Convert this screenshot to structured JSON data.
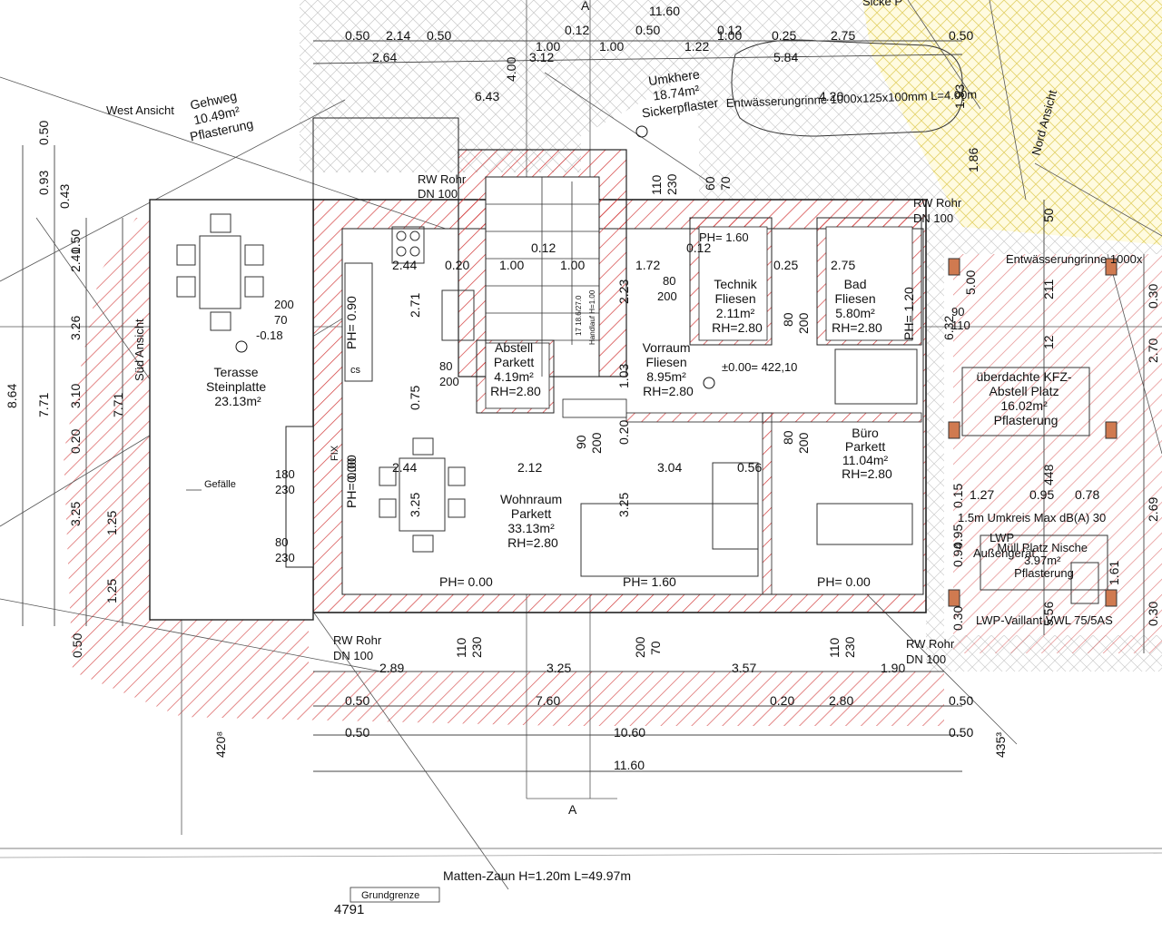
{
  "rooms": {
    "gehweg": [
      "Gehweg",
      "10.49m²",
      "Pflasterung"
    ],
    "terasse": [
      "Terasse",
      "Steinplatte",
      "23.13m²"
    ],
    "wohnraum": [
      "Wohnraum",
      "Parkett",
      "33.13m²",
      "RH=2.80"
    ],
    "abstell": [
      "Abstell",
      "Parkett",
      "4.19m²",
      "RH=2.80"
    ],
    "vorraum": [
      "Vorraum",
      "Fliesen",
      "8.95m²",
      "RH=2.80"
    ],
    "technik": [
      "Technik",
      "Fliesen",
      "2.11m²",
      "RH=2.80"
    ],
    "bad": [
      "Bad",
      "Fliesen",
      "5.80m²",
      "RH=2.80"
    ],
    "buero": [
      "Büro",
      "Parkett",
      "11.04m²",
      "RH=2.80"
    ],
    "kfz": [
      "überdachte KFZ-",
      "Abstell Platz",
      "16.02m²",
      "Pflasterung"
    ],
    "muell": [
      "Müll Platz Nische",
      "3.97m²",
      "Pflasterung"
    ],
    "umkehre": [
      "Umkhere",
      "18.74m²",
      "Sickerpflaster"
    ]
  },
  "labels": {
    "west": "West Ansicht",
    "sued": "Süd Ansicht",
    "nord": "Nord Ansicht",
    "gefaelle": "Gefälle",
    "rw_rohr": "RW Rohr",
    "dn100": "DN 100",
    "entw_top": "Entwässerungrinne 1000x125x100mm L=4.00m",
    "entw_right": "Entwässerungrinne 1000x",
    "niveau": "±0.00= 422,10",
    "fix": "FIX",
    "cs": "cs",
    "handlauf": "Handlauf H=1.00",
    "stufen": "17 18.6/27.0",
    "umkreis": "1.5m Umkreis Max dB(A) 30",
    "lwp": "LWP",
    "aussengeraet": "Außengerät",
    "lwp_vaillant": "LWP-Vaillant VWL 75/5AS",
    "zaun": "Matten-Zaun H=1.20m L=49.97m",
    "grundgrenze": "Grundgrenze",
    "parcel": "4791",
    "section_a": "A",
    "minus018": "-0.18",
    "sick_top": "Sicke P"
  },
  "ph": {
    "ph000": "PH= 0.00",
    "ph160": "PH= 1.60",
    "ph090": "PH= 0.90",
    "ph120": "PH= 1.20"
  },
  "dims": {
    "d_050": "0.50",
    "d_214": "2.14",
    "d_012": "0.12",
    "d_1160": "11.60",
    "d_100": "1.00",
    "d_122": "1.22",
    "d_025": "0.25",
    "d_275": "2.75",
    "d_264": "2.64",
    "d_312": "3.12",
    "d_400": "4.00",
    "d_584": "5.84",
    "d_643": "6.43",
    "d_420": "4.20",
    "d_193": "1.93",
    "d_186": "1.86",
    "d_244": "2.44",
    "d_020": "0.20",
    "d_172": "1.72",
    "d_223": "2.23",
    "d_271": "2.71",
    "d_212": "2.12",
    "d_304": "3.04",
    "d_056": "0.56",
    "d_325": "3.25",
    "d_103": "1.03",
    "d_075": "0.75",
    "d_289": "2.89",
    "d_357": "3.57",
    "d_190": "1.90",
    "d_760": "7.60",
    "d_280": "2.80",
    "d_1060": "10.60",
    "d_864": "8.64",
    "d_771": "7.71",
    "d_326": "3.26",
    "d_310": "3.10",
    "d_125": "1.25",
    "d_241": "2.41",
    "d_043": "0.43",
    "d_093": "0.93",
    "d_211": "211",
    "d_12": "12",
    "d_448": "448",
    "d_270": "2.70",
    "d_269": "2.69",
    "d_030": "0.30",
    "d_127": "1.27",
    "d_095": "0.95",
    "d_078": "0.78",
    "d_094": "0.94",
    "d_161": "1.61",
    "d_556": "5.56",
    "d_632": "6.32",
    "d_015": "0.15",
    "d_500": "5.00",
    "d_50": "50",
    "d_4208": "420⁸",
    "d_4353": "435³",
    "d_000": "0.00",
    "op_200_70": [
      "200",
      "70"
    ],
    "op_180_230": [
      "180",
      "230"
    ],
    "op_80_230": [
      "80",
      "230"
    ],
    "op_80_200": [
      "80",
      "200"
    ],
    "op_90_200": [
      "90",
      "200"
    ],
    "op_110_230": [
      "110",
      "230"
    ],
    "op_60_70": [
      "60",
      "70"
    ],
    "op_200_70b": [
      "200",
      "70"
    ],
    "op_90_110": [
      "90",
      "110"
    ]
  }
}
